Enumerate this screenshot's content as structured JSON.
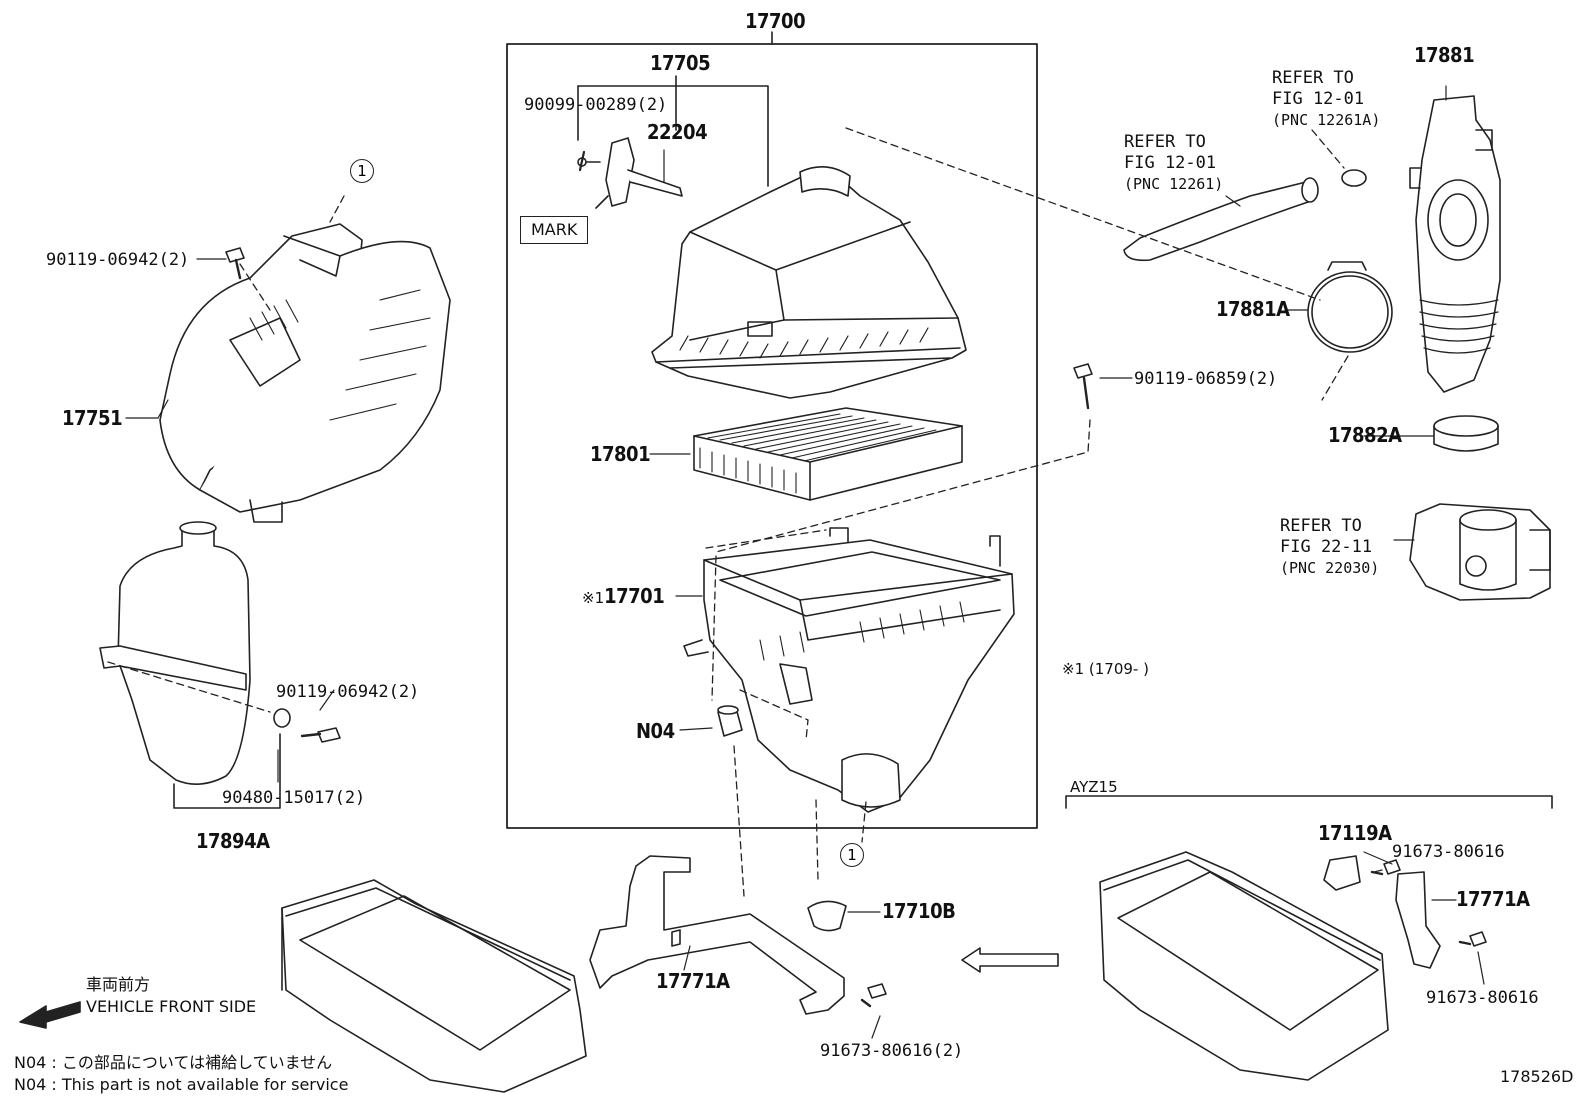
{
  "parts": {
    "assembly": "17700",
    "cap_sub": "17705",
    "screw_sensor": "90099-00289(2)",
    "sensor": "22204",
    "mark": "MARK",
    "bolt_left_top": "90119-06942(2)",
    "inlet": "17751",
    "element": "17801",
    "case_prefix": "※1",
    "case": "17701",
    "n04": "N04",
    "tank": "17894A",
    "bolt_left_bottom": "90119-06942(2)",
    "grommet": "90480-15017(2)",
    "bolt_right": "90119-06859(2)",
    "hose_top": "17881",
    "hose_clamp": "17881A",
    "band": "17882A",
    "grommet_bottom": "17710B",
    "bracket_center": "17771A",
    "bolt_center": "91673-80616(2)",
    "bracket_a": "17119A",
    "bolt_a": "91673-80616",
    "bracket_b": "17771A",
    "bolt_b": "91673-80616"
  },
  "refers": {
    "ref1_l1": "REFER TO",
    "ref1_l2": "FIG 12-01",
    "ref1_l3": "(PNC 12261)",
    "ref2_l1": "REFER TO",
    "ref2_l2": "FIG 12-01",
    "ref2_l3": "(PNC 12261A)",
    "ref3_l1": "REFER TO",
    "ref3_l2": "FIG 22-11",
    "ref3_l3": "(PNC 22030)"
  },
  "circle_marker": "1",
  "note_date": "※1 (1709-      )",
  "variant": "AYZ15",
  "front": {
    "jp": "車両前方",
    "en": "VEHICLE FRONT SIDE"
  },
  "footnotes": {
    "jp": "N04 : この部品については補給していません",
    "en": "N04 : This part is not available for service"
  },
  "diagram_id": "178526D"
}
